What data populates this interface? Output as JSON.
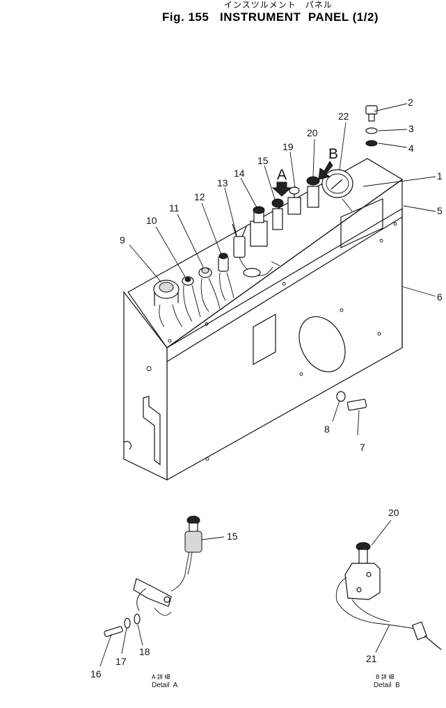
{
  "header": {
    "subtitle_jp": "インスツルメント　パネル",
    "title": "Fig. 155   INSTRUMENT  PANEL (1/2)"
  },
  "views": {
    "a": {
      "letter": "A",
      "caption_jp": "A 詳 細",
      "caption_en": "Detail  A"
    },
    "b": {
      "letter": "B",
      "caption_jp": "B 詳 細",
      "caption_en": "Detail  B"
    }
  },
  "callouts": {
    "c1": "1",
    "c2": "2",
    "c3": "3",
    "c4": "4",
    "c5": "5",
    "c6": "6",
    "c7": "7",
    "c8": "8",
    "c9": "9",
    "c10": "10",
    "c11": "11",
    "c12": "12",
    "c13": "13",
    "c14": "14",
    "c15": "15",
    "c15b": "15",
    "c16": "16",
    "c17": "17",
    "c18": "18",
    "c19": "19",
    "c20": "20",
    "c20b": "20",
    "c21": "21",
    "c22": "22"
  }
}
